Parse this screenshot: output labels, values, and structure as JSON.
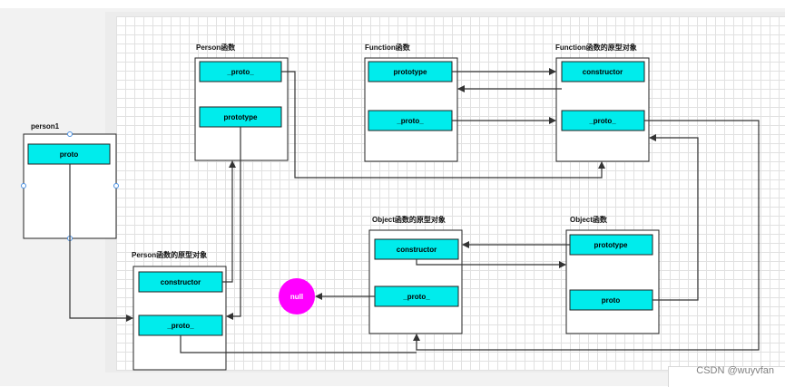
{
  "watermark": "CSDN @wuyvfan",
  "boxes": {
    "person1": {
      "title": "person1",
      "cells": {
        "proto": "proto"
      }
    },
    "person_fn": {
      "title": "Person函数",
      "cells": {
        "proto": "_proto_",
        "prototype": "prototype"
      }
    },
    "function_fn": {
      "title": "Function函数",
      "cells": {
        "prototype": "prototype",
        "proto": "_proto_"
      }
    },
    "function_proto": {
      "title": "Function函数的原型对象",
      "cells": {
        "constructor": "constructor",
        "proto": "_proto_"
      }
    },
    "person_proto": {
      "title": "Person函数的原型对象",
      "cells": {
        "constructor": "constructor",
        "proto": "_proto_"
      }
    },
    "object_proto": {
      "title": "Object函数的原型对象",
      "cells": {
        "constructor": "constructor",
        "proto": "_proto_"
      }
    },
    "object_fn": {
      "title": "Object函数",
      "cells": {
        "prototype": "prototype",
        "proto": "proto"
      }
    }
  },
  "null_node": "null",
  "colors": {
    "cell_fill": "#00ecec",
    "null_fill": "#ff00ff",
    "line": "#333333",
    "handle": "#4a90e2"
  }
}
